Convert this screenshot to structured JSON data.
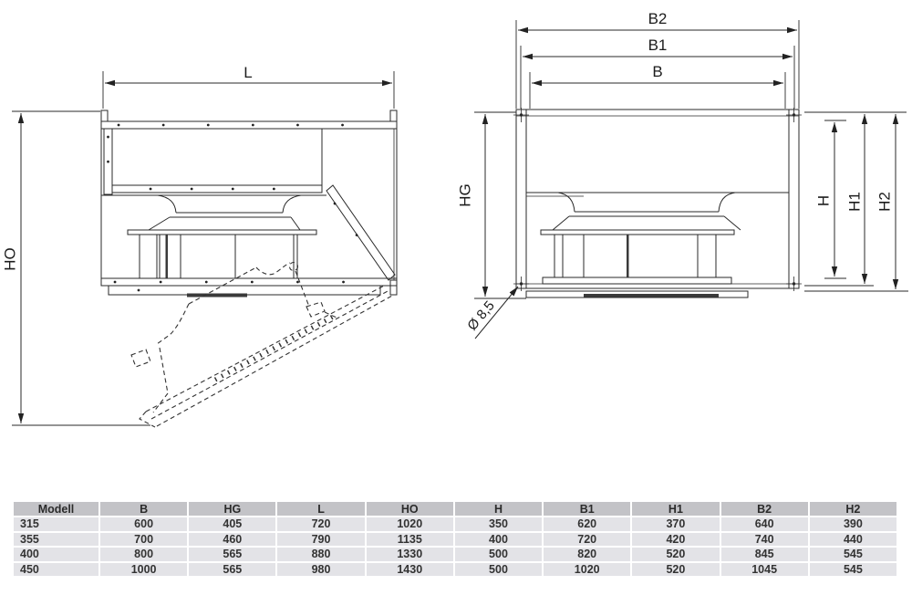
{
  "side_view": {
    "labels": {
      "length": "L",
      "overall_height": "HO"
    }
  },
  "front_view": {
    "labels": {
      "b2": "B2",
      "b1": "B1",
      "b": "B",
      "hg": "HG",
      "h": "H",
      "h1": "H1",
      "h2": "H2",
      "hole": "Ø 8,5"
    }
  },
  "table": {
    "headers": [
      "Modell",
      "B",
      "HG",
      "L",
      "HO",
      "H",
      "B1",
      "H1",
      "B2",
      "H2"
    ],
    "rows": [
      [
        "315",
        "600",
        "405",
        "720",
        "1020",
        "350",
        "620",
        "370",
        "640",
        "390"
      ],
      [
        "355",
        "700",
        "460",
        "790",
        "1135",
        "400",
        "720",
        "420",
        "740",
        "440"
      ],
      [
        "400",
        "800",
        "565",
        "880",
        "1330",
        "500",
        "820",
        "520",
        "845",
        "545"
      ],
      [
        "450",
        "1000",
        "565",
        "980",
        "1430",
        "500",
        "1020",
        "520",
        "1045",
        "545"
      ]
    ]
  },
  "colors": {
    "line": "#2a2a2a",
    "table_header_bg": "#c3c3c7",
    "table_row_bg": "#e3e3e7",
    "table_text": "#333333"
  }
}
